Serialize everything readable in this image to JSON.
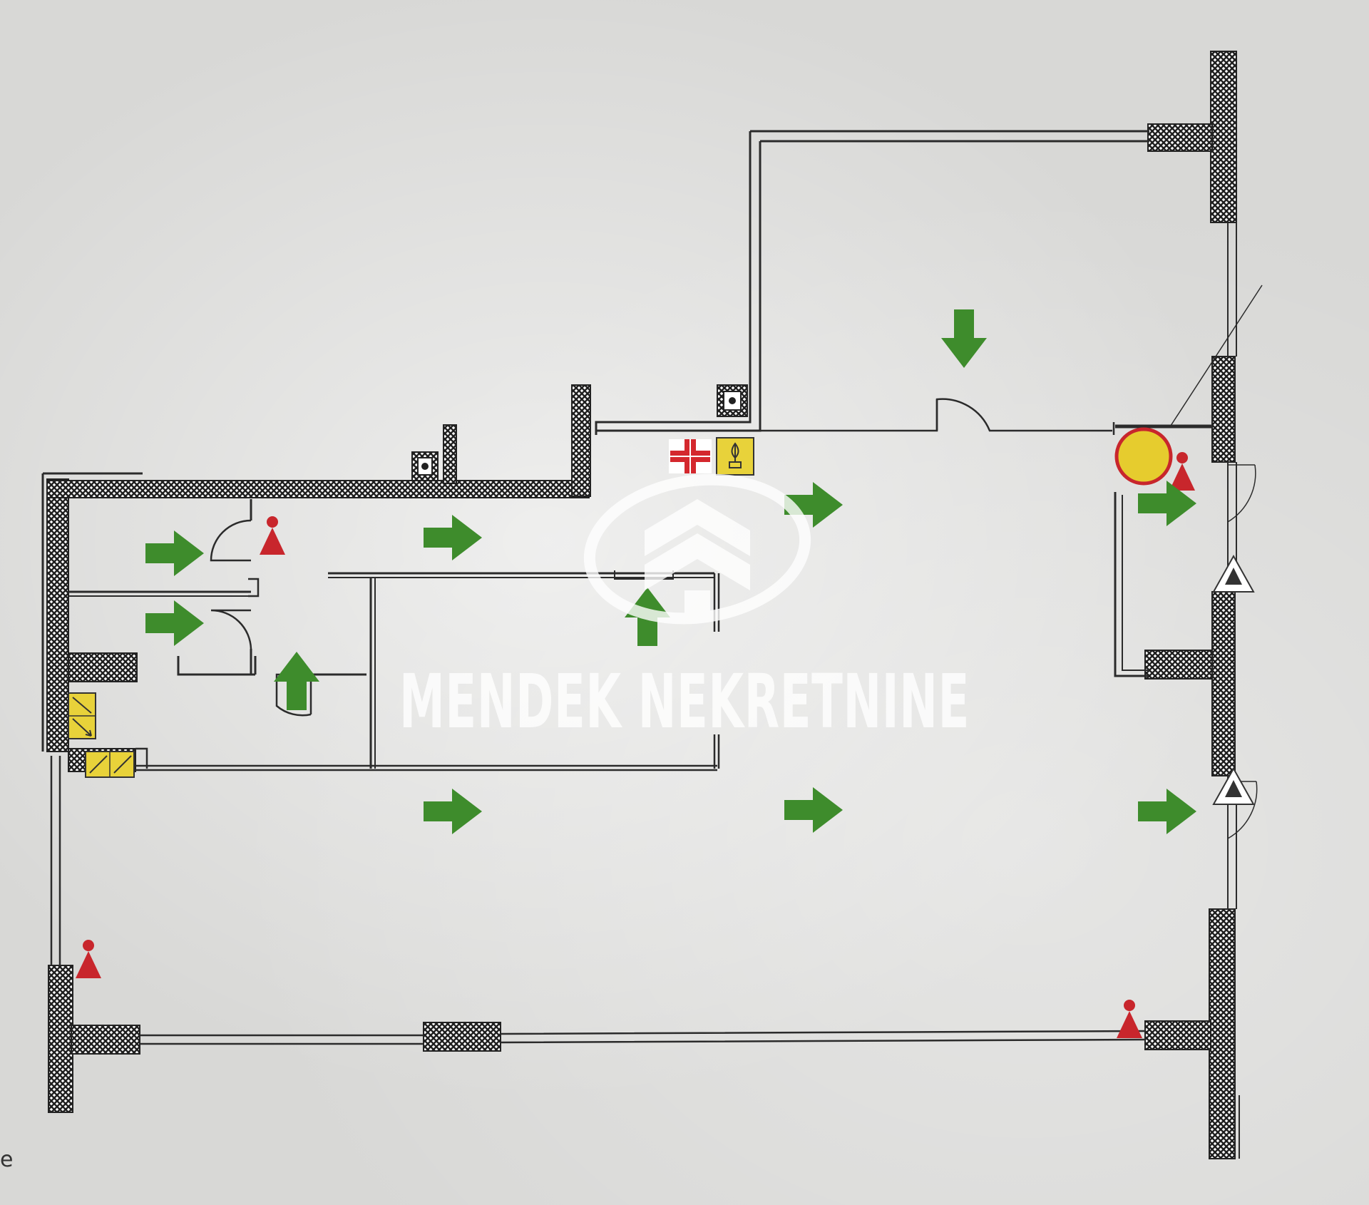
{
  "watermark": {
    "text": "MENDEK NEKRETNINE"
  },
  "edge_text": "e",
  "colors": {
    "paper": "#d8d8d6",
    "wall": "#2b2b2b",
    "arrow": "#3e8c2c",
    "person": "#c8262c",
    "warning_yellow": "#e8d23a",
    "first_aid_red": "#d4282e"
  },
  "symbols": {
    "arrows": [
      {
        "direction": "right",
        "icon": "green-arrow-right-icon"
      },
      {
        "direction": "down",
        "icon": "green-arrow-down-icon"
      },
      {
        "direction": "up",
        "icon": "green-arrow-up-icon"
      }
    ],
    "first_aid": "first-aid-cross-icon",
    "fire_extinguisher": "fire-extinguisher-icon",
    "assembly": "person-marker-icon",
    "alarm": "alarm-bell-icon",
    "stairs": "stairs-icon",
    "warning": "warning-triangle-icon",
    "chimney": "chimney-shaft-icon"
  }
}
